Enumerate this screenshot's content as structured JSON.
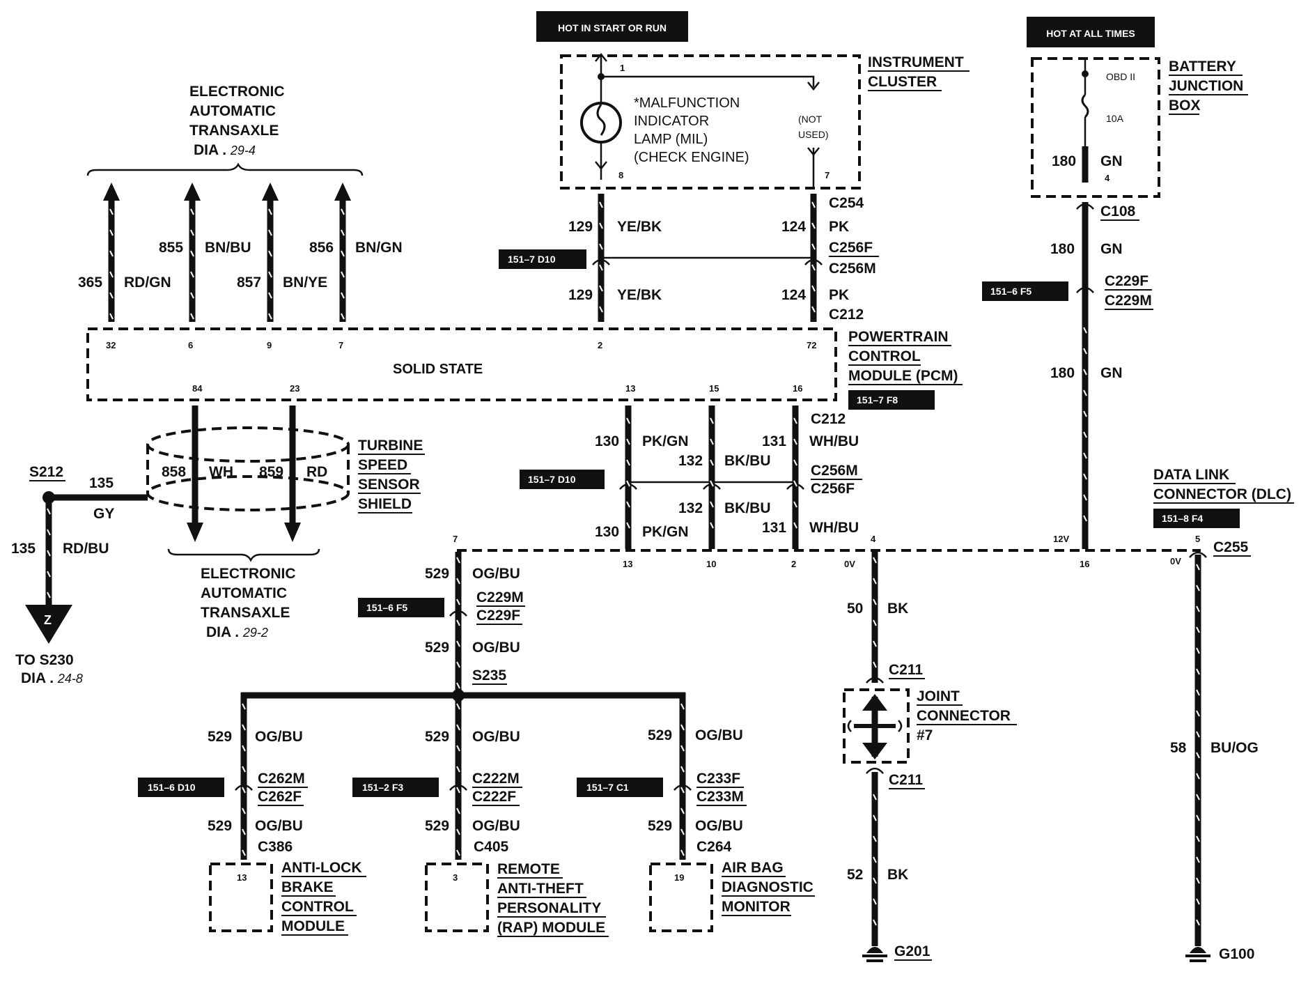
{
  "banners": {
    "hot_start_run": "HOT IN START OR RUN",
    "hot_all_times": "HOT AT ALL TIMES"
  },
  "instrument_cluster": {
    "title1": "INSTRUMENT",
    "title2": "CLUSTER",
    "mil1": "*MALFUNCTION",
    "mil2": "INDICATOR",
    "mil3": "LAMP (MIL)",
    "mil4": "(CHECK  ENGINE)",
    "not_used1": "(NOT",
    "not_used2": "USED)",
    "pin_top": "1",
    "pin_left": "8",
    "pin_right": "7"
  },
  "battery_junction": {
    "title1": "BATTERY",
    "title2": "JUNCTION",
    "title3": "BOX",
    "fuse_name": "OBD II",
    "fuse_rating": "10A",
    "pin": "4",
    "circuit": "180",
    "color": "GN"
  },
  "eat_top": {
    "title1": "ELECTRONIC",
    "title2": "AUTOMATIC",
    "title3": "TRANSAXLE",
    "ref_prefix": "DIA . ",
    "ref": "29-4",
    "wires": [
      {
        "circuit": "365",
        "color": "RD/GN",
        "pin": "32"
      },
      {
        "circuit": "855",
        "color": "BN/BU",
        "pin": "6"
      },
      {
        "circuit": "857",
        "color": "BN/YE",
        "pin": "9"
      },
      {
        "circuit": "856",
        "color": "BN/GN",
        "pin": "7"
      }
    ]
  },
  "cluster_wires": {
    "left_circuit": "129",
    "left_color": "YE/BK",
    "right_circuit": "124",
    "right_color": "PK",
    "c254": "C254",
    "c256f": "C256F",
    "c256m": "C256M",
    "c212": "C212",
    "ref_tag": "151–7 D10"
  },
  "pcm": {
    "title1": "POWERTRAIN",
    "title2": "CONTROL",
    "title3": "MODULE (PCM)",
    "ref_tag": "151–7 F8",
    "solid_state": "SOLID STATE",
    "pin2": "2",
    "pin72": "72",
    "pin84": "84",
    "pin23": "23",
    "pin13": "13",
    "pin15": "15",
    "pin16": "16"
  },
  "turbine": {
    "title1": "TURBINE",
    "title2": "SPEED",
    "title3": "SENSOR",
    "title4": "SHIELD",
    "w1_circuit": "858",
    "w1_color": "WH",
    "w2_circuit": "859",
    "w2_color": "RD"
  },
  "eat_bottom": {
    "title1": "ELECTRONIC",
    "title2": "AUTOMATIC",
    "title3": "TRANSAXLE",
    "ref_prefix": "DIA . ",
    "ref": "29-2"
  },
  "s212": {
    "splice": "S212",
    "circuit": "135",
    "color_gy": "GY",
    "color_rdbu": "RD/BU",
    "ground_letter": "Z",
    "to1": "TO S230",
    "to2_prefix": "DIA . ",
    "to2": "24-8"
  },
  "pcm_lower": {
    "w130": "130",
    "c130": "PK/GN",
    "w132": "132",
    "c132": "BK/BU",
    "w131": "131",
    "c131": "WH/BU",
    "c212": "C212",
    "c256m": "C256M",
    "c256f": "C256F",
    "ref_tag": "151–7 D10",
    "dlc_pin13": "13",
    "dlc_pin10": "10",
    "dlc_pin2": "2",
    "dlc_pin7": "7"
  },
  "right_feed": {
    "c108": "C108",
    "circuit": "180",
    "color": "GN",
    "c229f": "C229F",
    "c229m": "C229M",
    "ref_tag": "151–6 F5"
  },
  "dlc": {
    "title1": "DATA  LINK",
    "title2": "CONNECTOR (DLC)",
    "ref_tag": "151–8 F4",
    "pin4": "4",
    "pin16": "16",
    "pin5": "5",
    "v0a": "0V",
    "v12": "12V",
    "v0b": "0V",
    "c255": "C255"
  },
  "scp_branch": {
    "circuit": "529",
    "color": "OG/BU",
    "c229m": "C229M",
    "c229f": "C229F",
    "ref_tag": "151–6 F5",
    "s235": "S235"
  },
  "modules": [
    {
      "t1": "ANTI-LOCK",
      "t2": "BRAKE",
      "t3": "CONTROL",
      "t4": "MODULE",
      "pin": "13",
      "cm": "C262M",
      "cf": "C262F",
      "conn": "C386",
      "ref_tag": "151–6 D10"
    },
    {
      "t1": "REMOTE",
      "t2": "ANTI-THEFT",
      "t3": "PERSONALITY",
      "t4": "(RAP) MODULE",
      "pin": "3",
      "cm": "C222M",
      "cf": "C222F",
      "conn": "C405",
      "ref_tag": "151–2 F3"
    },
    {
      "t1": "AIR BAG",
      "t2": "DIAGNOSTIC",
      "t3": "MONITOR",
      "t4": "",
      "pin": "19",
      "cm": "C233F",
      "cf": "C233M",
      "conn": "C264",
      "ref_tag": "151–7 C1"
    }
  ],
  "ground_left": {
    "c50": "50",
    "col50": "BK",
    "c211a": "C211",
    "c211b": "C211",
    "joint1": "JOINT",
    "joint2": "CONNECTOR",
    "joint3": "#7",
    "c52": "52",
    "col52": "BK",
    "g201": "G201"
  },
  "ground_right": {
    "circuit": "58",
    "color": "BU/OG",
    "g100": "G100"
  }
}
